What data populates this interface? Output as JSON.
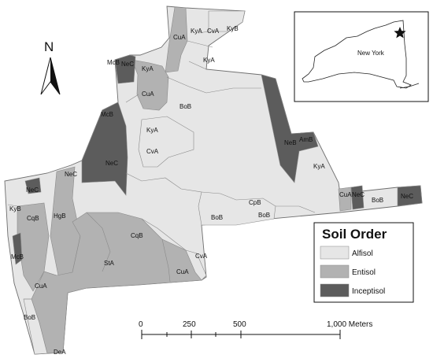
{
  "north_arrow": {
    "letter": "N"
  },
  "inset": {
    "state_label": "New York",
    "marker": "star-icon"
  },
  "legend": {
    "title": "Soil Order",
    "items": [
      {
        "label": "Alfisol",
        "color": "#e6e6e6"
      },
      {
        "label": "Entisol",
        "color": "#b2b2b2"
      },
      {
        "label": "Inceptisol",
        "color": "#5c5c5c"
      }
    ]
  },
  "scale_bar": {
    "ticks": [
      "0",
      "250",
      "500",
      "1,000 Meters"
    ]
  },
  "colors": {
    "alfisol": "#e6e6e6",
    "entisol": "#b2b2b2",
    "inceptisol": "#5c5c5c",
    "outline": "#888888"
  },
  "map_units": [
    {
      "id": "u0",
      "label": "CuA"
    },
    {
      "id": "u1",
      "label": "KyA"
    },
    {
      "id": "u2",
      "label": "CvA"
    },
    {
      "id": "u3",
      "label": "KyB"
    },
    {
      "id": "u4",
      "label": "KyA"
    },
    {
      "id": "u5",
      "label": "McB"
    },
    {
      "id": "u6",
      "label": "NeC"
    },
    {
      "id": "u7",
      "label": "KyA"
    },
    {
      "id": "u8",
      "label": "CuA"
    },
    {
      "id": "u9",
      "label": "BoB"
    },
    {
      "id": "u10",
      "label": "McB"
    },
    {
      "id": "u11",
      "label": "KyA"
    },
    {
      "id": "u12",
      "label": "CvA"
    },
    {
      "id": "u13",
      "label": "NeC"
    },
    {
      "id": "u14",
      "label": "NeB"
    },
    {
      "id": "u15",
      "label": "AmB"
    },
    {
      "id": "u16",
      "label": "KyA"
    },
    {
      "id": "u17",
      "label": "NeC"
    },
    {
      "id": "u18",
      "label": "NeC"
    },
    {
      "id": "u19",
      "label": "KyB"
    },
    {
      "id": "u20",
      "label": "CqB"
    },
    {
      "id": "u21",
      "label": "HgB"
    },
    {
      "id": "u22",
      "label": "CqB"
    },
    {
      "id": "u23",
      "label": "CpB"
    },
    {
      "id": "u24",
      "label": "BoB"
    },
    {
      "id": "u25",
      "label": "BoB"
    },
    {
      "id": "u26",
      "label": "CuA"
    },
    {
      "id": "u27",
      "label": "NeC"
    },
    {
      "id": "u28",
      "label": "BoB"
    },
    {
      "id": "u29",
      "label": "NeC"
    },
    {
      "id": "u30",
      "label": "McB"
    },
    {
      "id": "u31",
      "label": "StA"
    },
    {
      "id": "u32",
      "label": "CvA"
    },
    {
      "id": "u33",
      "label": "CuA"
    },
    {
      "id": "u34",
      "label": "CuA"
    },
    {
      "id": "u35",
      "label": "BoB"
    },
    {
      "id": "u36",
      "label": "DeA"
    }
  ]
}
